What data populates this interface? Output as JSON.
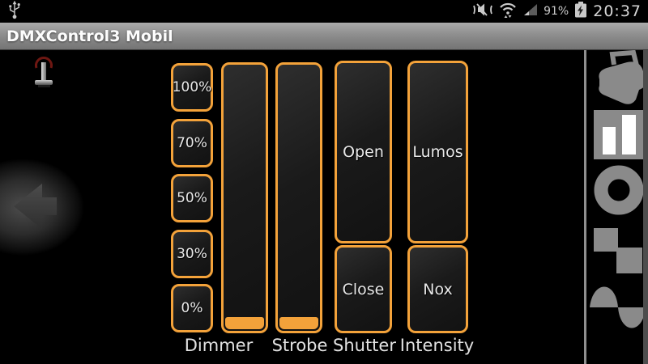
{
  "status_bar": {
    "battery_percent": "91%",
    "time": "20:37",
    "icons": [
      "usb",
      "vibrate-mute",
      "wifi",
      "signal-strength",
      "battery-charging"
    ]
  },
  "title_bar": {
    "title": "DMXControl3 Mobil"
  },
  "controls": {
    "preset_buttons": [
      "100%",
      "70%",
      "50%",
      "30%",
      "0%"
    ],
    "faders": [
      {
        "label": "Dimmer",
        "value_percent": 0
      },
      {
        "label": "Strobe",
        "value_percent": 0
      }
    ],
    "button_groups": [
      {
        "label": "Shutter",
        "buttons": [
          "Open",
          "Close"
        ]
      },
      {
        "label": "Intensity",
        "buttons": [
          "Lumos",
          "Nox"
        ]
      }
    ]
  },
  "toolbar": {
    "items": [
      {
        "icon": "moving-head",
        "selected": false
      },
      {
        "icon": "bar-chart",
        "selected": true
      },
      {
        "icon": "donut",
        "selected": false
      },
      {
        "icon": "squares",
        "selected": false
      },
      {
        "icon": "sine-wave",
        "selected": false
      }
    ]
  },
  "colors": {
    "accent_orange": "#F3A23A",
    "icon_gray": "#8A8A8A",
    "titlebar_gray": "#8E8E8E"
  }
}
